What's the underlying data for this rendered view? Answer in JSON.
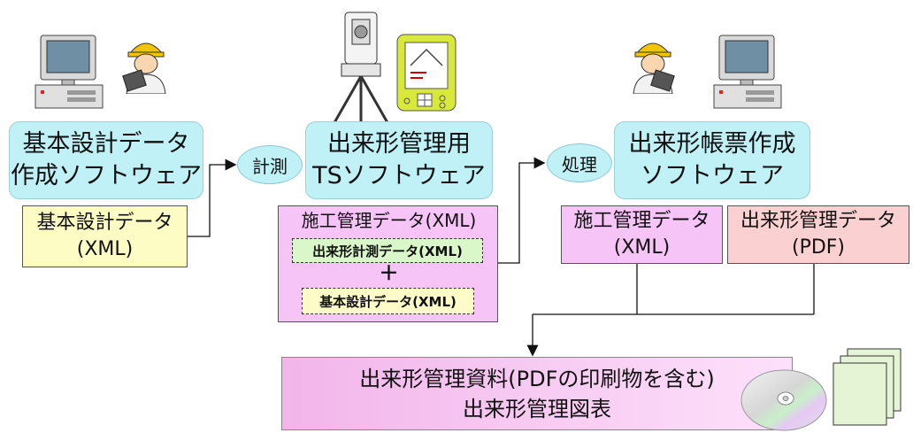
{
  "nodes": {
    "design_software": {
      "line1": "基本設計データ",
      "line2": "作成ソフトウェア"
    },
    "ts_software": {
      "line1": "出来形管理用",
      "line2": "TSソフトウェア"
    },
    "report_software": {
      "line1": "出来形帳票作成",
      "line2": "ソフトウェア"
    },
    "design_data": {
      "line1": "基本設計データ",
      "line2": "(XML)"
    },
    "construction_data": {
      "title": "施工管理データ(XML)",
      "measured": "出来形計測データ(XML)",
      "plus": "＋",
      "design": "基本設計データ(XML)"
    },
    "construction_xml": {
      "line1": "施工管理データ",
      "line2": "(XML)"
    },
    "management_pdf": {
      "line1": "出来形管理データ",
      "line2": "(PDF)"
    },
    "output": {
      "line1": "出来形管理資料(PDFの印刷物を含む)",
      "line2": "出来形管理図表"
    }
  },
  "steps": {
    "measure": "計測",
    "process": "処理"
  },
  "colors": {
    "software_fill": "#bff1f7",
    "design_fill": "#fdfcc4",
    "construction_fill": "#f7c4f7",
    "measured_fill": "#d9f7c8",
    "design_inner_fill": "#fdfbc8",
    "pdf_fill": "#fad0d0",
    "output_gradient_start": "#f2b5ea",
    "output_gradient_end": "#fde0fb"
  },
  "icons": [
    "desktop-computer-icon",
    "surveyor-worker-icon",
    "total-station-icon",
    "handheld-controller-icon",
    "cd-disc-icon",
    "paper-stack-icon"
  ]
}
